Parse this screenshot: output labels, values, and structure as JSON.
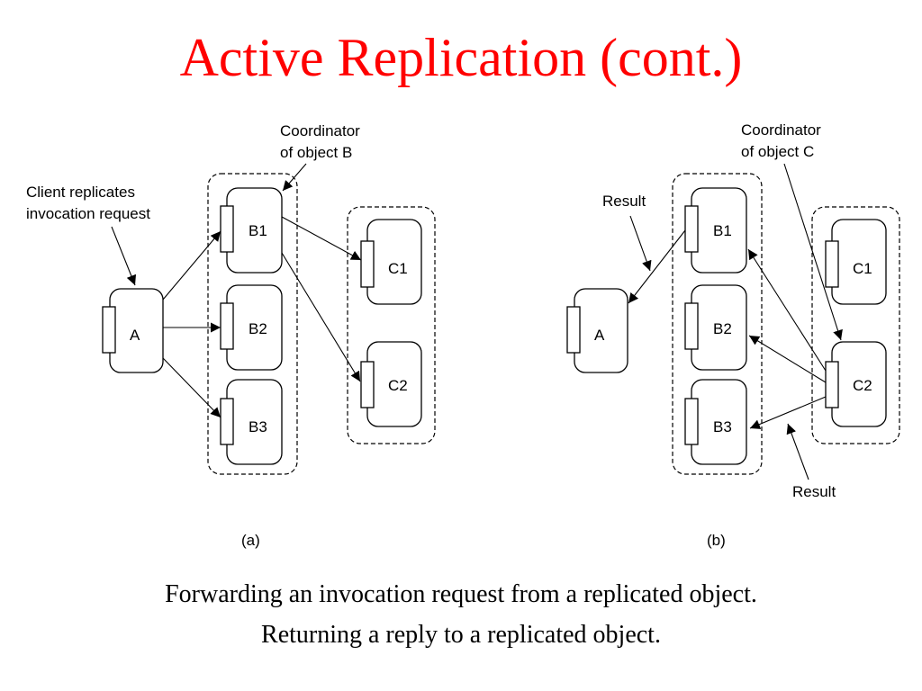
{
  "slide": {
    "title": "Active Replication (cont.)",
    "caption_lines": [
      "Forwarding an invocation request from a replicated object.",
      "Returning a reply to a replicated object."
    ]
  },
  "diagram_a": {
    "sublabel": "(a)",
    "objects": {
      "a": "A",
      "b1": "B1",
      "b2": "B2",
      "b3": "B3",
      "c1": "C1",
      "c2": "C2"
    },
    "annotations": {
      "client": [
        "Client replicates",
        "invocation request"
      ],
      "coordinator": [
        "Coordinator",
        "of object B"
      ]
    }
  },
  "diagram_b": {
    "sublabel": "(b)",
    "objects": {
      "a": "A",
      "b1": "B1",
      "b2": "B2",
      "b3": "B3",
      "c1": "C1",
      "c2": "C2"
    },
    "annotations": {
      "result_top": "Result",
      "result_bottom": "Result",
      "coordinator": [
        "Coordinator",
        "of object C"
      ]
    }
  },
  "colors": {
    "title": "#ff0000",
    "text": "#000000",
    "background": "#ffffff"
  }
}
